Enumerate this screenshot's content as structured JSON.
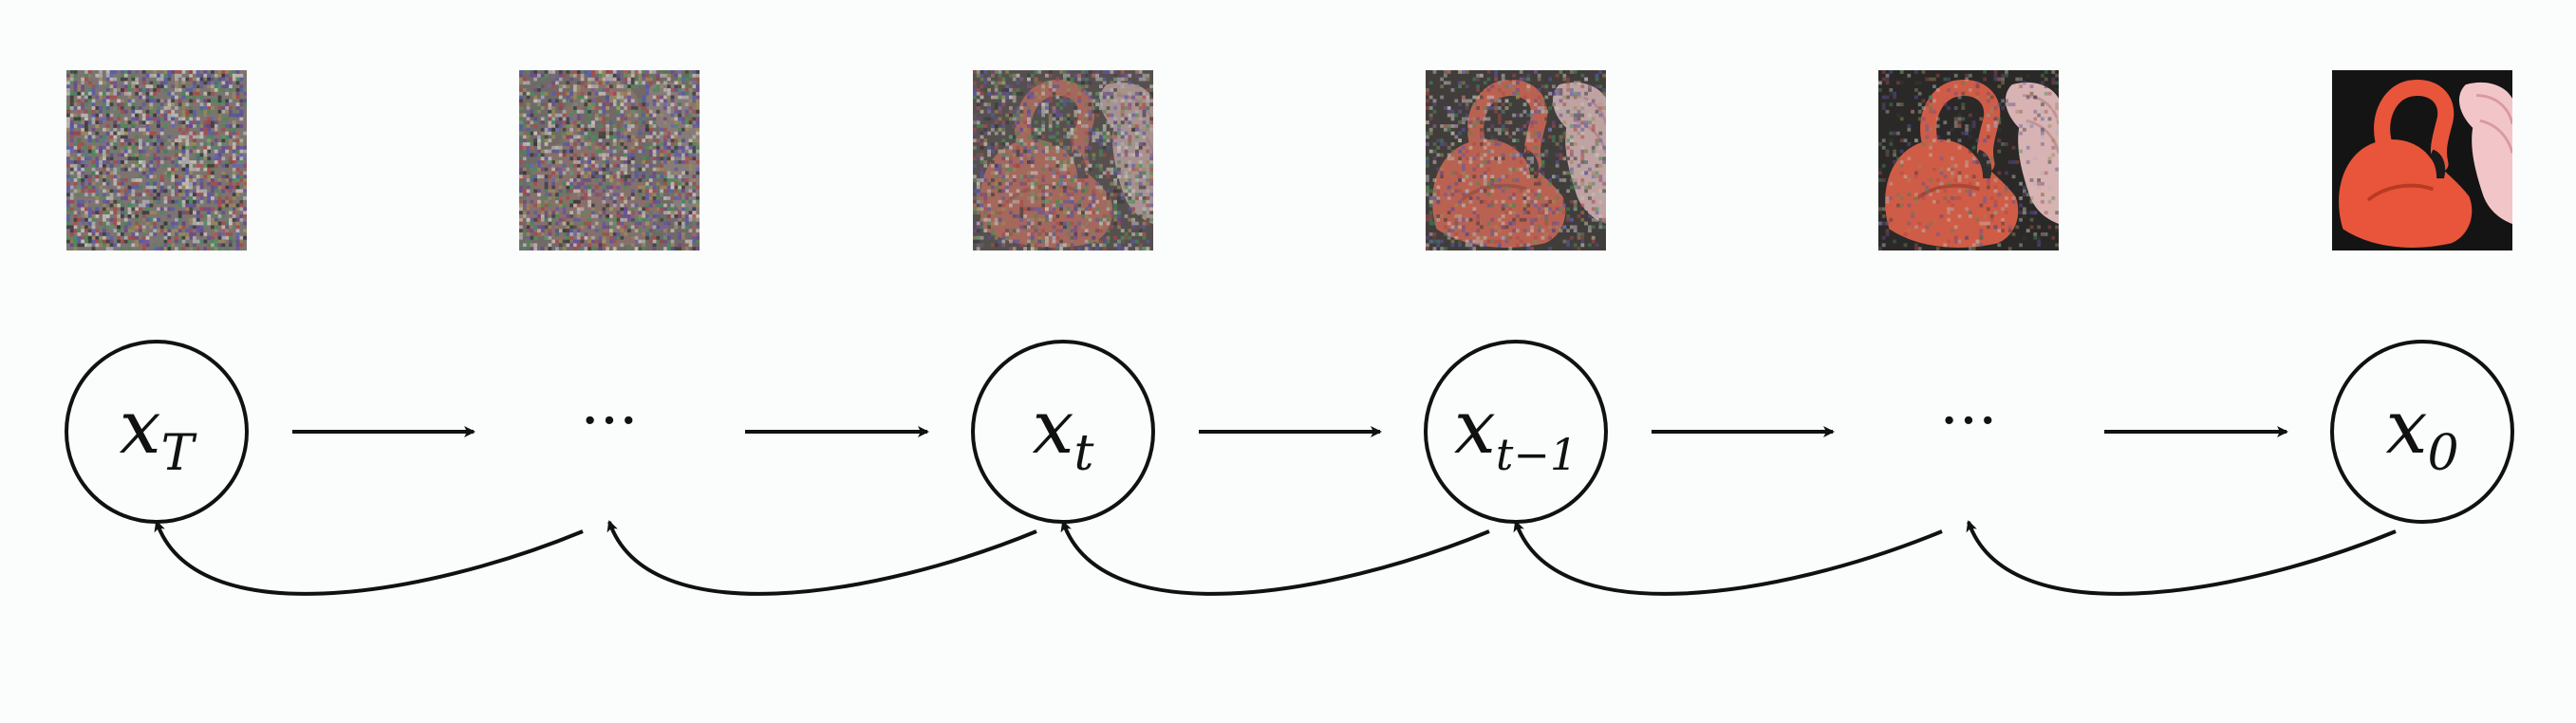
{
  "diagram": {
    "nodes": [
      {
        "id": "xT",
        "kind": "circle",
        "base": "x",
        "sub": "T",
        "image": {
          "noise": 1.0
        }
      },
      {
        "id": "dots1",
        "kind": "dots",
        "text": "···",
        "image": {
          "noise": 0.88
        }
      },
      {
        "id": "xt",
        "kind": "circle",
        "base": "x",
        "sub": "t",
        "image": {
          "noise": 0.62
        }
      },
      {
        "id": "xt1",
        "kind": "circle",
        "base": "x",
        "sub": "t−1",
        "image": {
          "noise": 0.42
        }
      },
      {
        "id": "dots2",
        "kind": "dots",
        "text": "···",
        "image": {
          "noise": 0.22
        }
      },
      {
        "id": "x0",
        "kind": "circle",
        "base": "x",
        "sub": "0",
        "image": {
          "noise": 0.0
        }
      }
    ],
    "forward_edges": [
      {
        "from": "xT",
        "to": "dots1"
      },
      {
        "from": "dots1",
        "to": "xt"
      },
      {
        "from": "xt",
        "to": "xt1"
      },
      {
        "from": "xt1",
        "to": "dots2"
      },
      {
        "from": "dots2",
        "to": "x0"
      }
    ],
    "reverse_edges": [
      {
        "from": "dots1",
        "to": "xT"
      },
      {
        "from": "xt",
        "to": "dots1"
      },
      {
        "from": "xt1",
        "to": "xt"
      },
      {
        "from": "dots2",
        "to": "xt1"
      },
      {
        "from": "x0",
        "to": "dots2"
      }
    ],
    "colors": {
      "stroke": "#111111",
      "background": "#fbfdfc",
      "flamingo": "#e8553a",
      "flamingo_dark": "#b83a24",
      "plumage": "#f2c6c8",
      "photo_bg": "#141414"
    }
  }
}
